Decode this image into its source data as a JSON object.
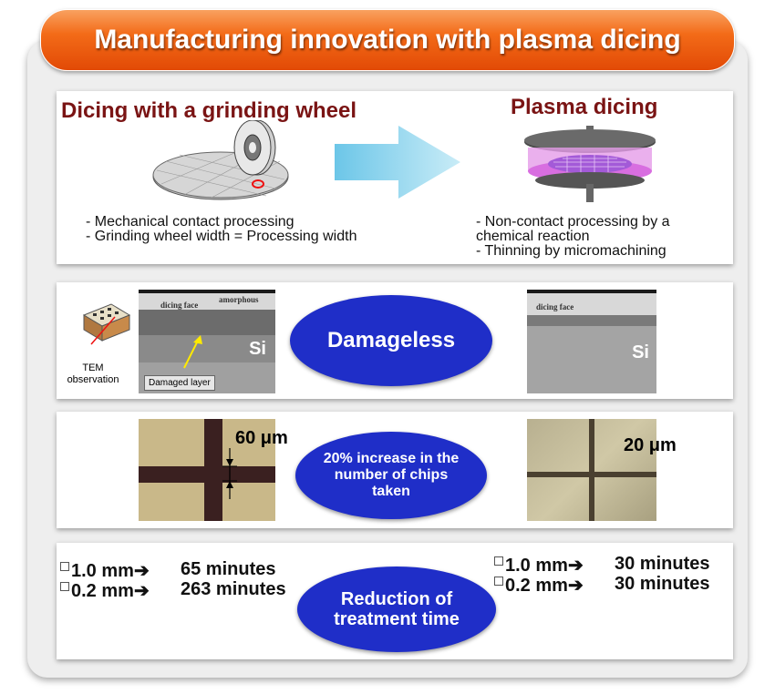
{
  "title": "Manufacturing innovation with plasma dicing",
  "section1": {
    "left_heading": "Dicing with a grinding wheel",
    "right_heading": "Plasma dicing",
    "left_bullets": [
      "- Mechanical contact processing",
      "- Grinding wheel width = Processing width"
    ],
    "right_bullets": [
      "- Non-contact processing by a chemical reaction",
      "- Thinning by micromachining"
    ]
  },
  "section2": {
    "tem_label": "TEM observation",
    "left_photo": {
      "top_label": "dicing face",
      "top_label2": "amorphous",
      "damaged_label": "Damaged layer",
      "material": "Si"
    },
    "right_photo": {
      "top_label": "dicing face",
      "material": "Si"
    },
    "oval": "Damageless"
  },
  "section3": {
    "left_width": "60 μm",
    "right_width": "20 μm",
    "oval": "20% increase in the number of chips taken"
  },
  "section4": {
    "left_rows": [
      {
        "size": "1.0 mm",
        "time": "65 minutes"
      },
      {
        "size": "0.2 mm",
        "time": "263 minutes"
      }
    ],
    "right_rows": [
      {
        "size": "1.0 mm",
        "time": "30 minutes"
      },
      {
        "size": "0.2 mm",
        "time": "30 minutes"
      }
    ],
    "oval": "Reduction of treatment time"
  },
  "colors": {
    "banner": "#f36b18",
    "heading": "#7a1414",
    "oval": "#1f2ec8",
    "arrow": "#8fd6ee"
  },
  "icons": {
    "arrow": "right-arrow-icon",
    "wafer_wheel": "grinding-wheel-icon",
    "plasma": "plasma-chamber-icon",
    "chip": "chip-package-icon"
  }
}
